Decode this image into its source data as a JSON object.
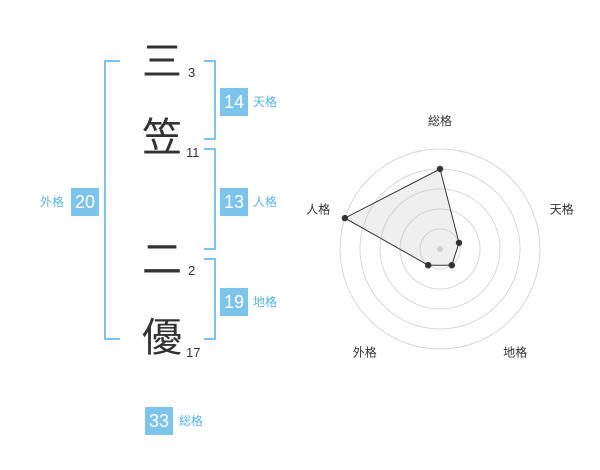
{
  "characters": [
    {
      "char": "三",
      "strokes": "3"
    },
    {
      "char": "笠",
      "strokes": "11"
    },
    {
      "char": "二",
      "strokes": "2"
    },
    {
      "char": "優",
      "strokes": "17"
    }
  ],
  "kaku": {
    "tenkaku": {
      "value": "14",
      "label": "天格"
    },
    "jinkaku": {
      "value": "13",
      "label": "人格"
    },
    "chikaku": {
      "value": "19",
      "label": "地格"
    },
    "gaikaku": {
      "value": "20",
      "label": "外格"
    },
    "soukaku": {
      "value": "33",
      "label": "総格"
    }
  },
  "colors": {
    "accent": "#7cc4ec",
    "accent_text": "#58b4e6",
    "text": "#333333"
  },
  "chart_data": {
    "type": "radar",
    "axes": [
      "総格",
      "天格",
      "地格",
      "外格",
      "人格"
    ],
    "max": 5,
    "rings": 5,
    "values": [
      4,
      1,
      1,
      1,
      5
    ],
    "grid": true
  }
}
